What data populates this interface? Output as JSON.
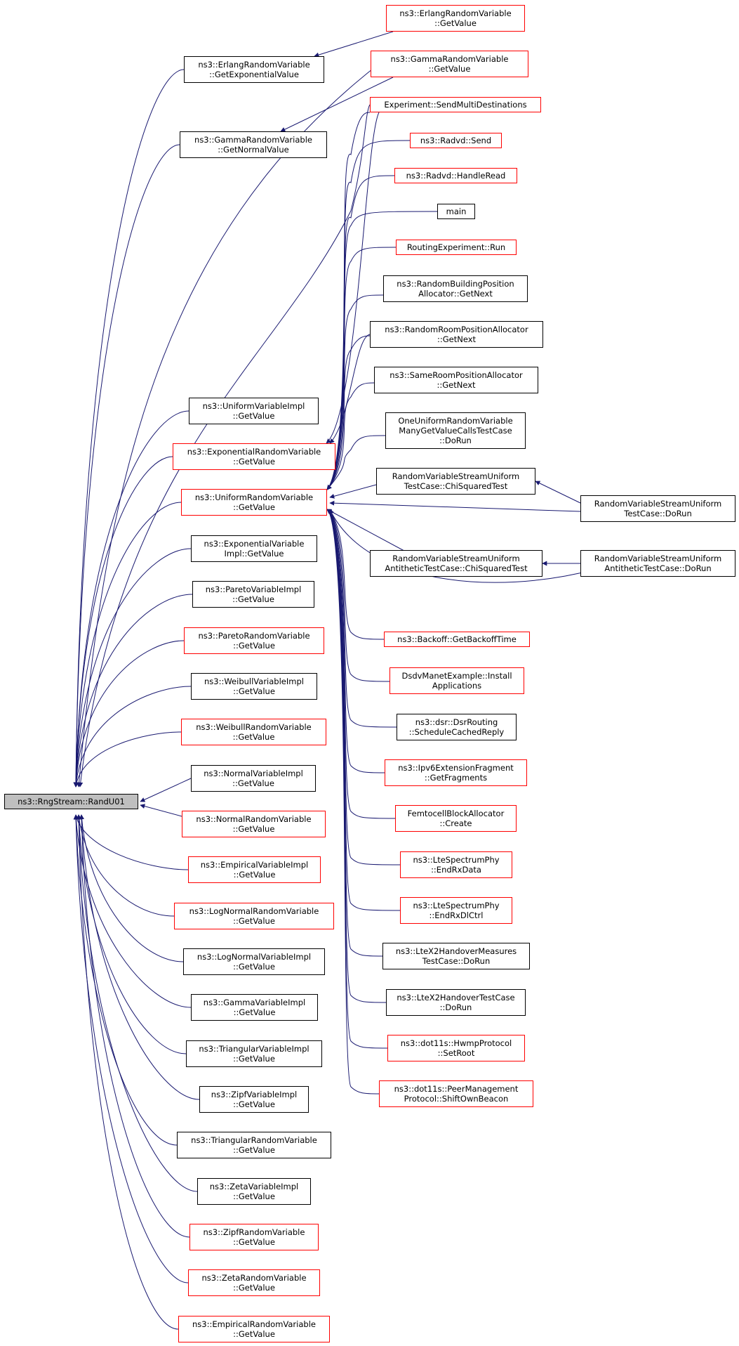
{
  "colors": {
    "edge": "#191970",
    "link_border": "#ff0000",
    "plain_border": "#000000",
    "root_fill": "#bfbfbf"
  },
  "nodes": {
    "root": "ns3::RngStream::RandU01",
    "erlang_getexp": "ns3::ErlangRandomVariable\n::GetExponentialValue",
    "gamma_getnormal": "ns3::GammaRandomVariable\n::GetNormalValue",
    "uniform_impl": "ns3::UniformVariableImpl\n::GetValue",
    "exp_rv": "ns3::ExponentialRandomVariable\n::GetValue",
    "uniform_rv": "ns3::UniformRandomVariable\n::GetValue",
    "exp_impl": "ns3::ExponentialVariable\nImpl::GetValue",
    "pareto_impl": "ns3::ParetoVariableImpl\n::GetValue",
    "pareto_rv": "ns3::ParetoRandomVariable\n::GetValue",
    "weibull_impl": "ns3::WeibullVariableImpl\n::GetValue",
    "weibull_rv": "ns3::WeibullRandomVariable\n::GetValue",
    "normal_impl": "ns3::NormalVariableImpl\n::GetValue",
    "normal_rv": "ns3::NormalRandomVariable\n::GetValue",
    "empirical_impl": "ns3::EmpiricalVariableImpl\n::GetValue",
    "lognormal_rv": "ns3::LogNormalRandomVariable\n::GetValue",
    "lognormal_impl": "ns3::LogNormalVariableImpl\n::GetValue",
    "gamma_impl": "ns3::GammaVariableImpl\n::GetValue",
    "triangular_impl": "ns3::TriangularVariableImpl\n::GetValue",
    "zipf_impl": "ns3::ZipfVariableImpl\n::GetValue",
    "triangular_rv": "ns3::TriangularRandomVariable\n::GetValue",
    "zeta_impl": "ns3::ZetaVariableImpl\n::GetValue",
    "zipf_rv": "ns3::ZipfRandomVariable\n::GetValue",
    "zeta_rv": "ns3::ZetaRandomVariable\n::GetValue",
    "empirical_rv": "ns3::EmpiricalRandomVariable\n::GetValue",
    "erlang_getvalue": "ns3::ErlangRandomVariable\n::GetValue",
    "gamma_getvalue": "ns3::GammaRandomVariable\n::GetValue",
    "experiment_send": "Experiment::SendMultiDestinations",
    "radvd_send": "ns3::Radvd::Send",
    "radvd_handleread": "ns3::Radvd::HandleRead",
    "main": "main",
    "routing_run": "RoutingExperiment::Run",
    "random_building": "ns3::RandomBuildingPosition\nAllocator::GetNext",
    "random_room": "ns3::RandomRoomPositionAllocator\n::GetNext",
    "same_room": "ns3::SameRoomPositionAllocator\n::GetNext",
    "one_uniform": "OneUniformRandomVariable\nManyGetValueCallsTestCase\n::DoRun",
    "rvs_uniform_chi": "RandomVariableStreamUniform\nTestCase::ChiSquaredTest",
    "rvs_uniform_dorun": "RandomVariableStreamUniform\nTestCase::DoRun",
    "rvs_anti_chi": "RandomVariableStreamUniform\nAntitheticTestCase::ChiSquaredTest",
    "rvs_anti_dorun": "RandomVariableStreamUniform\nAntitheticTestCase::DoRun",
    "backoff": "ns3::Backoff::GetBackoffTime",
    "dsdv_install": "DsdvManetExample::Install\nApplications",
    "dsr_schedule": "ns3::dsr::DsrRouting\n::ScheduleCachedReply",
    "ipv6_frag": "ns3::Ipv6ExtensionFragment\n::GetFragments",
    "femtocell": "FemtocellBlockAllocator\n::Create",
    "lte_rxdata": "ns3::LteSpectrumPhy\n::EndRxData",
    "lte_rxdlctrl": "ns3::LteSpectrumPhy\n::EndRxDlCtrl",
    "ltex2_measures": "ns3::LteX2HandoverMeasures\nTestCase::DoRun",
    "ltex2_testcase": "ns3::LteX2HandoverTestCase\n::DoRun",
    "hwmp_setroot": "ns3::dot11s::HwmpProtocol\n::SetRoot",
    "peer_mgmt": "ns3::dot11s::PeerManagement\nProtocol::ShiftOwnBeacon"
  }
}
